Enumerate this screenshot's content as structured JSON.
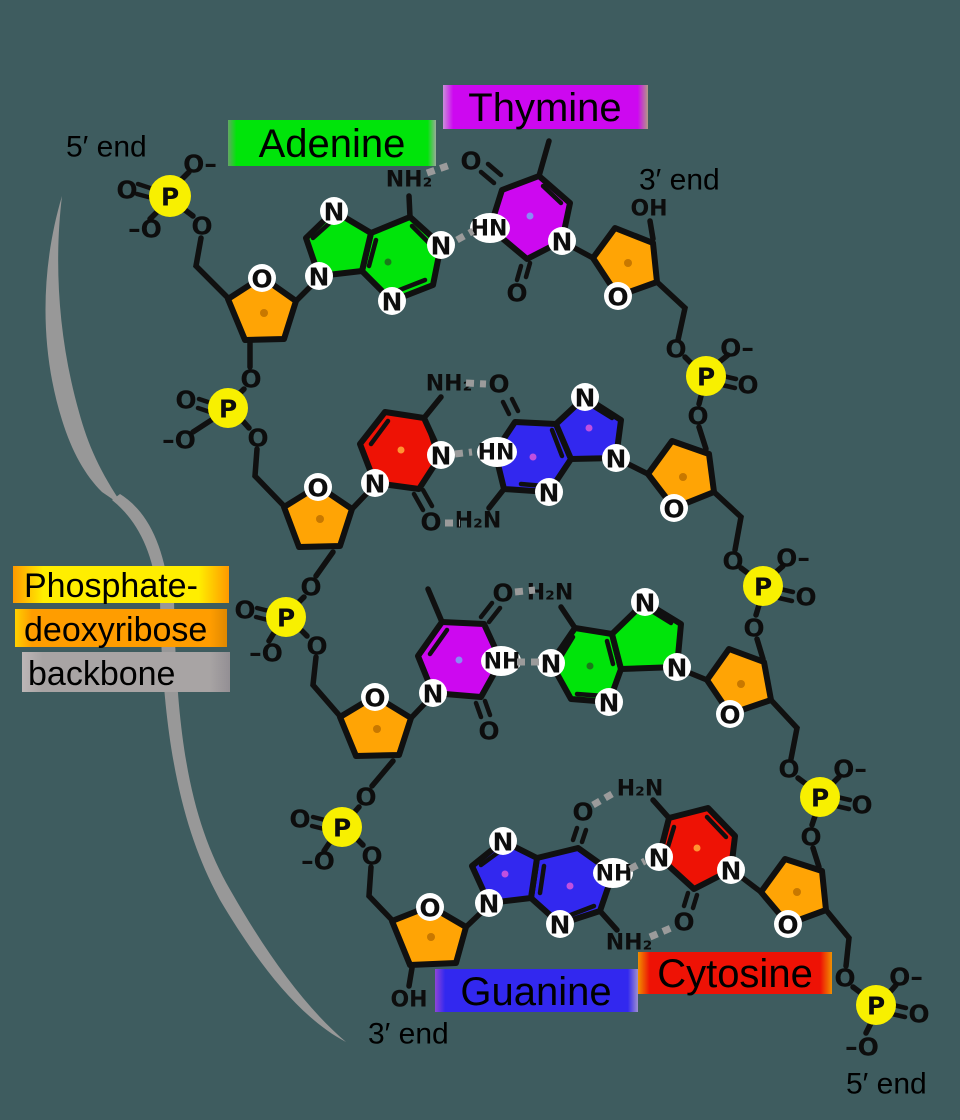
{
  "labels": {
    "adenine": "Adenine",
    "thymine": "Thymine",
    "guanine": "Guanine",
    "cytosine": "Cytosine",
    "backbone_line1": "Phosphate-",
    "backbone_line2": "deoxyribose",
    "backbone_line3": "backbone"
  },
  "ends": {
    "top_left": "5′ end",
    "top_right": "3′ end",
    "bottom_left": "3′ end",
    "bottom_right": "5′ end"
  },
  "atoms": {
    "P": "P",
    "O": "O",
    "N": "N",
    "NH": "NH",
    "HN": "HN",
    "NH2": "NH₂",
    "H2N": "H₂N",
    "OH": "OH",
    "O_minus": "O–",
    "minus_O": "–O"
  },
  "colors": {
    "background": "#3e5c5f",
    "adenine": "#00e40a",
    "thymine": "#cd08f0",
    "guanine": "#3228ef",
    "cytosine": "#ee1205",
    "sugar": "#ffa405",
    "phosphate": "#f8f000",
    "hydrogen_bond": "#9b9b9b",
    "brace": "#989898",
    "phosphate_label": "#ffee00",
    "deoxyribose_label": "#ff9d00",
    "backbone_label": "#a8a4a4"
  }
}
